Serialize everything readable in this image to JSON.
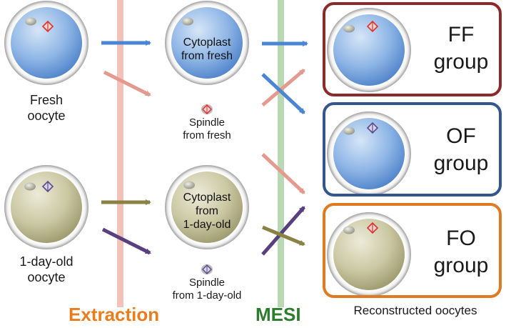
{
  "labels": {
    "fresh_oocyte": "Fresh\noocyte",
    "old_oocyte": "1-day-old\noocyte",
    "cytoplast_fresh": "Cytoplast\nfrom fresh",
    "cytoplast_old": "Cytoplast\nfrom\n1-day-old",
    "spindle_fresh": "Spindle\nfrom fresh",
    "spindle_old": "Spindle\nfrom 1-day-old",
    "step_extraction": "Extraction",
    "step_mesi": "MESI",
    "reconstructed": "Reconstructed oocytes"
  },
  "groups": [
    {
      "name": "FF\ngroup",
      "border_color": "#8b2a2a"
    },
    {
      "name": "OF\ngroup",
      "border_color": "#33568f"
    },
    {
      "name": "FO\ngroup",
      "border_color": "#e07a22"
    }
  ],
  "colors": {
    "extraction_text": "#e87d1e",
    "mesi_text": "#2e7d2e",
    "extraction_bar": "#f3c2b8",
    "mesi_bar": "#b9d9b4",
    "fresh_arrow": "#4a86d4",
    "fresh_spindle_arrow": "#e59a8f",
    "old_arrow": "#8a8243",
    "old_spindle_arrow": "#5a3f7e",
    "fresh_spindle": "#e0302a",
    "old_spindle": "#5a4b8a"
  }
}
